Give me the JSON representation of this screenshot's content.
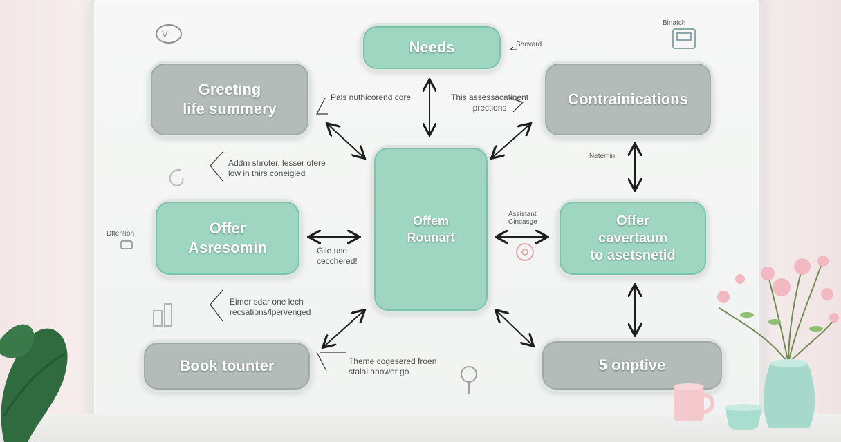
{
  "nodes": {
    "needs": "Needs",
    "greeting": "Greeting\nlife summery",
    "contraindications": "Contrainications",
    "center": "Offem\nRounart",
    "offer_left": "Offer\nAsresomin",
    "offer_right": "Offer\ncavertaum\nto asetsnetid",
    "book": "Book tounter",
    "optive": "5 onptive"
  },
  "notes": {
    "shevard": "Shevard",
    "nutrition": "Pals nuthicorend core",
    "assessment": "This assessacatinent\nprections",
    "addm": "Addm shroter, lesser ofere\nlow in thirs coneigled",
    "netermin": "Netemin",
    "dftention": "Dftention",
    "gile": "Gile use\ncecchered!",
    "assistant": "Assistant\nCincasge",
    "eimer": "Eimer sdar one lech\nrecsations/lpervenged",
    "theme": "Theme cogesered froen\nstalal anower go",
    "binatch": "Binatch"
  },
  "colors": {
    "mint": "#9fd6c2",
    "gray": "#b4bcb9",
    "arrow": "#1e1e1e"
  }
}
